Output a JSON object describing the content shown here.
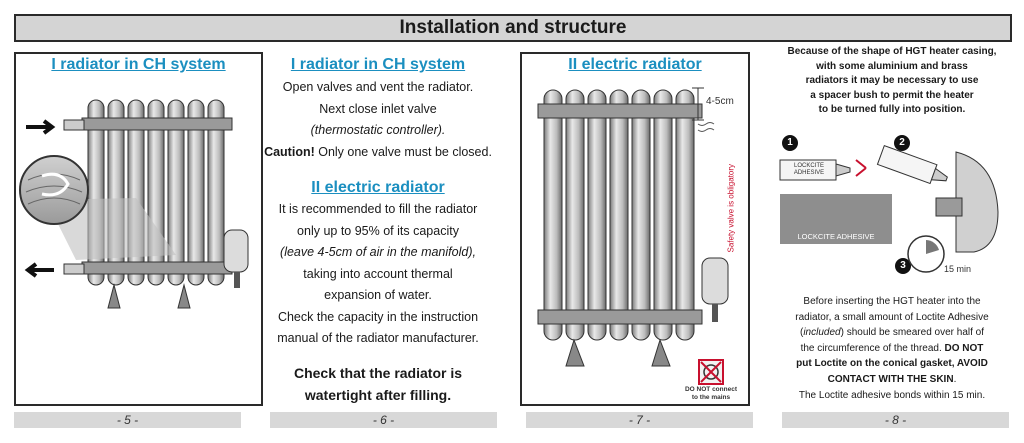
{
  "title": "Installation and structure",
  "panel5": {
    "heading": "I radiator in CH system"
  },
  "panel6": {
    "heading_ch": "I radiator in CH system",
    "ch_line1": "Open valves and vent the radiator.",
    "ch_line2": "Next close inlet valve",
    "ch_line3": "(thermostatic controller).",
    "ch_caution_label": "Caution!",
    "ch_caution_text": " Only one valve must be closed.",
    "heading_el": "II electric radiator",
    "el_line1": "It is recommended to fill the radiator",
    "el_line2": "only up to 95% of its capacity",
    "el_line3": "(leave 4-5cm of air in the manifold),",
    "el_line4": "taking into account thermal",
    "el_line5": "expansion of water.",
    "el_line6": "Check the capacity in the instruction",
    "el_line7": "manual of the radiator manufacturer.",
    "check_line1": "Check that the radiator is",
    "check_line2": "watertight after filling."
  },
  "panel7": {
    "heading": "II electric radiator",
    "dimension": "4-5cm",
    "safety_label": "Safety valve is obligatory",
    "warning_line1": "DO NOT connect",
    "warning_line2": "to the mains"
  },
  "panel8": {
    "intro_line1": "Because of the shape of HGT heater casing,",
    "intro_line2": "with some aluminium and brass",
    "intro_line3": "radiators it may be necessary to use",
    "intro_line4": "a spacer bush to permit the heater",
    "intro_line5": "to be turned fully into position.",
    "step1": "1",
    "step2": "2",
    "step3": "3",
    "tube_label": "LOCKCITE ADHESIVE",
    "box_label": "LOCKCITE ADHESIVE",
    "timer_label": "15 min",
    "body_line1": "Before inserting the HGT heater into the",
    "body_line2": "radiator, a small amount of Loctite Adhesive",
    "body_line3a": "(",
    "body_line3b": "included",
    "body_line3c": ") should be smeared over half of",
    "body_line4a": "the circumference of the thread. ",
    "body_line4b": "DO NOT",
    "body_line5": "put Loctite on the conical gasket, AVOID",
    "body_line6": "CONTACT WITH THE SKIN",
    "body_line6b": ".",
    "body_line7": "The Loctite adhesive bonds within 15 min."
  },
  "page_numbers": [
    "- 5 -",
    "- 6 -",
    "- 7 -",
    "- 8 -"
  ]
}
